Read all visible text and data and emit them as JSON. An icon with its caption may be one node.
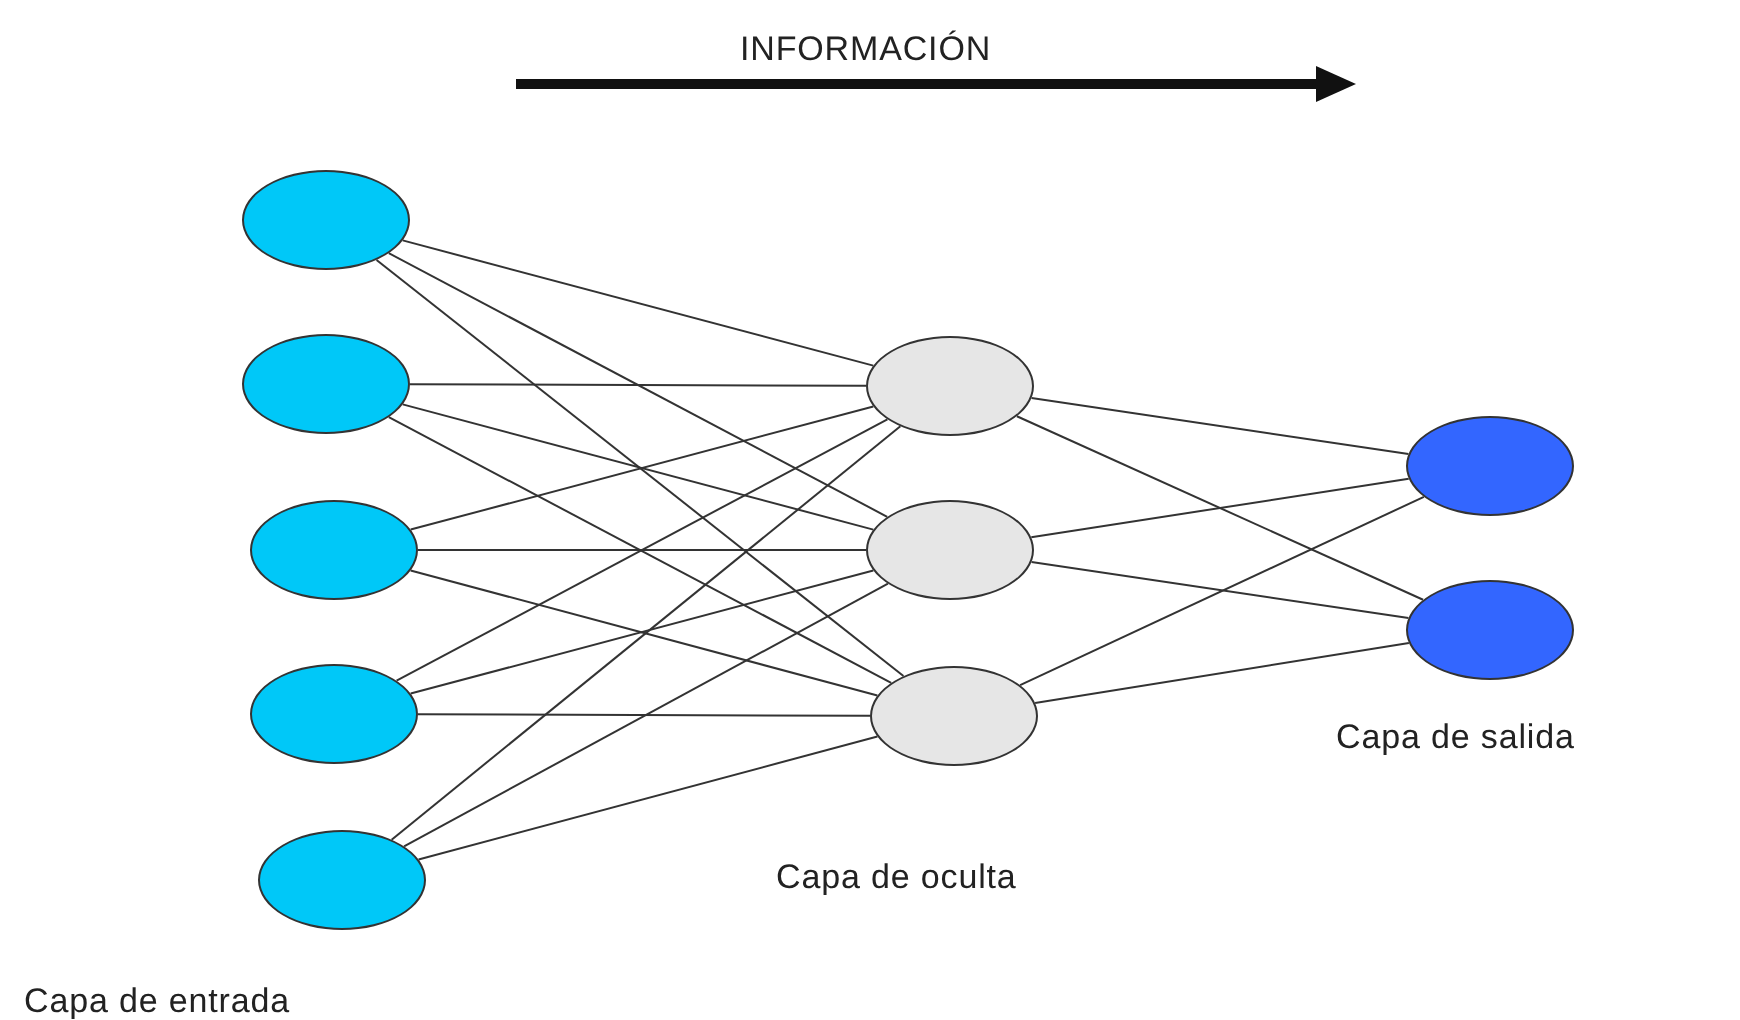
{
  "diagram": {
    "nodes": [
      {
        "text": [],
        "shape": "circle"
      },
      {
        "text": [],
        "shape": "circle"
      },
      {
        "text": [],
        "shape": "circle"
      },
      {
        "text": [],
        "shape": "circle"
      },
      {
        "text": [],
        "shape": "circle"
      },
      {
        "text": [],
        "shape": "circle"
      },
      {
        "text": [],
        "shape": "circle"
      },
      {
        "text": [],
        "shape": "circle"
      },
      {
        "text": [],
        "shape": "circle"
      },
      {
        "text": [],
        "shape": "circle"
      }
    ],
    "edges": [
      {
        "from": 0,
        "to": 5,
        "arrow": "none"
      },
      {
        "from": 0,
        "to": 6,
        "arrow": "none"
      },
      {
        "from": 0,
        "to": 7,
        "arrow": "none"
      },
      {
        "from": 1,
        "to": 5,
        "arrow": "none"
      },
      {
        "from": 1,
        "to": 6,
        "arrow": "none"
      },
      {
        "from": 1,
        "to": 7,
        "arrow": "none"
      },
      {
        "from": 2,
        "to": 5,
        "arrow": "none"
      },
      {
        "from": 2,
        "to": 6,
        "arrow": "none"
      },
      {
        "from": 2,
        "to": 7,
        "arrow": "none"
      },
      {
        "from": 3,
        "to": 5,
        "arrow": "none"
      },
      {
        "from": 3,
        "to": 6,
        "arrow": "none"
      },
      {
        "from": 3,
        "to": 7,
        "arrow": "none"
      },
      {
        "from": 4,
        "to": 5,
        "arrow": "none"
      },
      {
        "from": 4,
        "to": 6,
        "arrow": "none"
      },
      {
        "from": 4,
        "to": 7,
        "arrow": "none"
      },
      {
        "from": 5,
        "to": 8,
        "arrow": "none"
      },
      {
        "from": 5,
        "to": 9,
        "arrow": "none"
      },
      {
        "from": 6,
        "to": 8,
        "arrow": "none"
      },
      {
        "from": 6,
        "to": 9,
        "arrow": "none"
      },
      {
        "from": 7,
        "to": 8,
        "arrow": "none"
      },
      {
        "from": 7,
        "to": 9,
        "arrow": "none"
      }
    ],
    "labels": [
      "INFORMACIÓN",
      "Capa de salida",
      "Capa de oculta",
      "Capa de entrada"
    ]
  }
}
